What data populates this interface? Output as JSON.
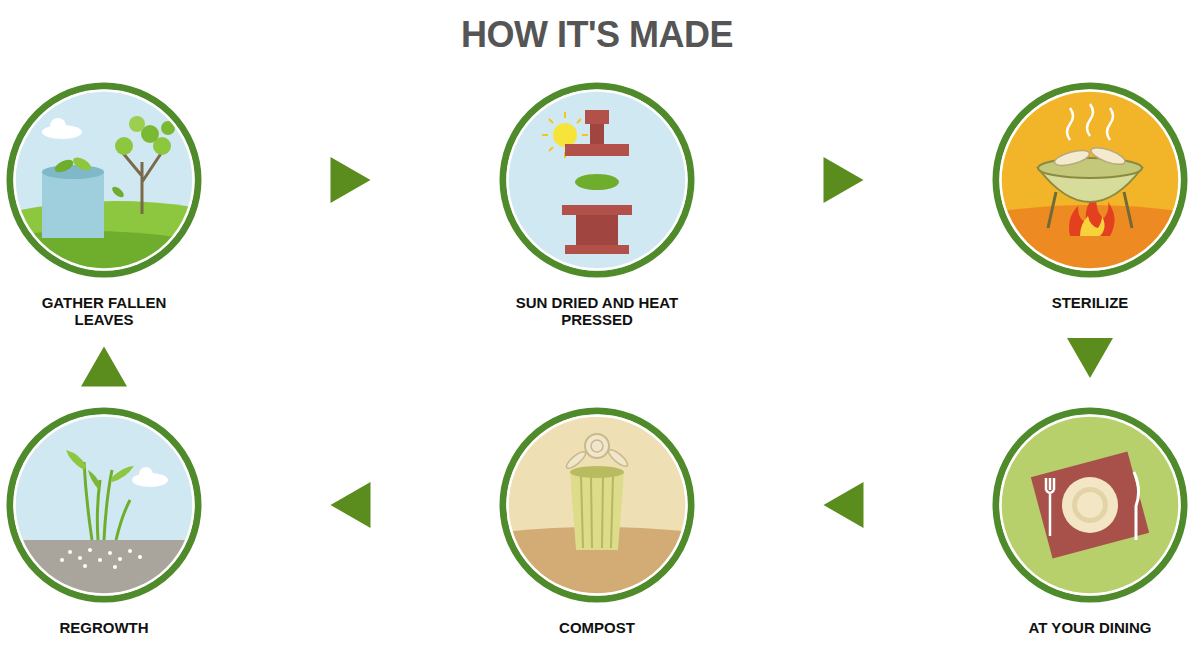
{
  "diagram": {
    "title": "HOW IT'S MADE",
    "nodes": [
      {
        "text": [
          "GATHER FALLEN LEAVES"
        ]
      },
      {
        "text": [
          "SUN DRIED AND HEAT PRESSED"
        ]
      },
      {
        "text": [
          "STERILIZE"
        ]
      },
      {
        "text": [
          "REGROWTH"
        ]
      },
      {
        "text": [
          "COMPOST"
        ]
      },
      {
        "text": [
          "AT YOUR DINING"
        ]
      }
    ],
    "edges": [
      {
        "from": 0,
        "to": 1,
        "arrow": "to"
      },
      {
        "from": 1,
        "to": 2,
        "arrow": "to"
      },
      {
        "from": 2,
        "to": 5,
        "arrow": "to"
      },
      {
        "from": 5,
        "to": 4,
        "arrow": "to"
      },
      {
        "from": 4,
        "to": 3,
        "arrow": "to"
      },
      {
        "from": 3,
        "to": 0,
        "arrow": "to"
      }
    ]
  }
}
